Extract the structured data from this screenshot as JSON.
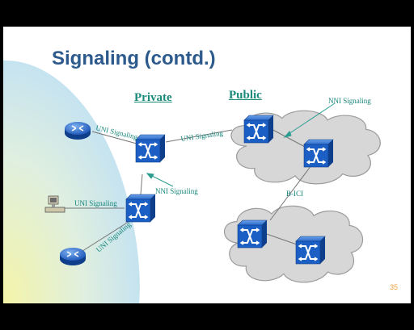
{
  "slide": {
    "title": "Signaling (contd.)",
    "private_label": "Private",
    "public_label": "Public",
    "page_number": "35"
  },
  "labels": {
    "uni_top": "UNI Signaling",
    "uni_link": "UNI Signaling",
    "uni_terminal": "UNI Signaling",
    "uni_router_bottom": "UNI Signaling",
    "nni_private": "NNI Signaling",
    "nni_public": "NNI Signaling",
    "bici": "B-ICI"
  },
  "colors": {
    "title": "#2d5a8c",
    "header": "#1a8a7a",
    "label": "#16857a",
    "switch_blue": "#1c5fc4",
    "router_blue": "#2266cc",
    "cloud": "#d8d8d8",
    "page_number": "#f0a040"
  },
  "icons": {
    "switch": "atm-switch-icon",
    "router": "router-icon",
    "terminal": "computer-terminal-icon",
    "cloud": "network-cloud-icon"
  }
}
